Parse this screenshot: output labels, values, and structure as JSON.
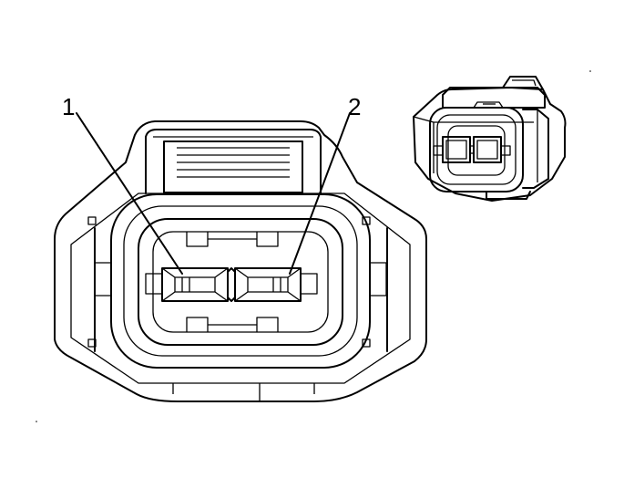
{
  "figure": {
    "pins": [
      {
        "id": "pin-1",
        "label": "1"
      },
      {
        "id": "pin-2",
        "label": "2"
      }
    ]
  }
}
